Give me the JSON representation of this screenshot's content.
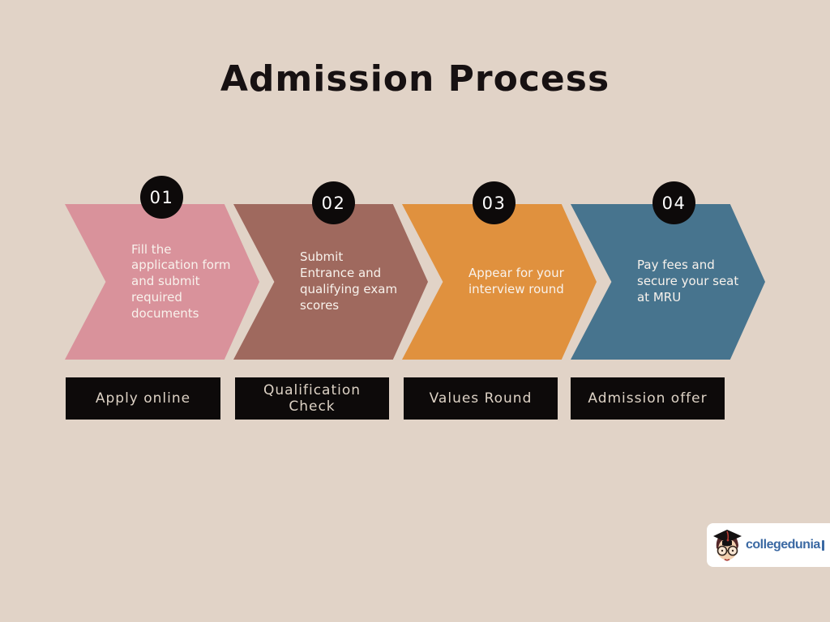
{
  "background_color": "#e1d3c7",
  "title": "Admission Process",
  "title_color": "#171112",
  "steps": [
    {
      "number": "01",
      "color": "#d9929b",
      "description": "Fill the\napplication form\nand submit\nrequired\ndocuments",
      "label": "Apply online"
    },
    {
      "number": "02",
      "color": "#9f695e",
      "description": "Submit\nEntrance and\nqualifying exam\nscores",
      "label": "Qualification Check"
    },
    {
      "number": "03",
      "color": "#e0913e",
      "description": "Appear for your\ninterview round",
      "label": "Values Round"
    },
    {
      "number": "04",
      "color": "#47748e",
      "description": "Pay fees and\nsecure your seat\nat MRU",
      "label": "Admission offer"
    }
  ],
  "badge": {
    "background": "#0d0a0a",
    "text_color": "#ffffff"
  },
  "label_box": {
    "background": "#0d0a0a",
    "text_color": "#ddd2c5"
  },
  "logo": {
    "text": "collegedunia",
    "text_color": "#3b69a3"
  }
}
